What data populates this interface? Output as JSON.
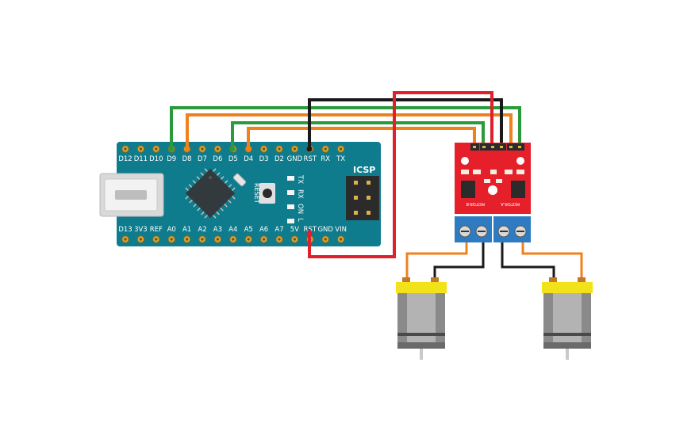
{
  "arduino": {
    "top_pins": [
      "D12",
      "D11",
      "D10",
      "D9",
      "D8",
      "D7",
      "D6",
      "D5",
      "D4",
      "D3",
      "D2",
      "GND",
      "RST",
      "RX",
      "TX"
    ],
    "bottom_pins": [
      "D13",
      "3V3",
      "REF",
      "A0",
      "A1",
      "A2",
      "A3",
      "A4",
      "A5",
      "A6",
      "A7",
      "5V",
      "RST",
      "GND",
      "VIN"
    ],
    "leds": [
      "TX",
      "RX",
      "ON",
      "L"
    ],
    "icsp_label": "ICSP",
    "reset_label": "RESET"
  },
  "driver": {
    "motor_a_label": "MOTOR-A",
    "motor_b_label": "MOTOR-B"
  },
  "colors": {
    "board": "#0e7c8c",
    "driver": "#e5202a",
    "wire_green": "#2a9a3a",
    "wire_orange": "#f0821e",
    "wire_black": "#1a1a1a",
    "wire_red": "#e0202a",
    "terminal": "#2f7bc1",
    "motor_cap": "#f3e21a"
  }
}
